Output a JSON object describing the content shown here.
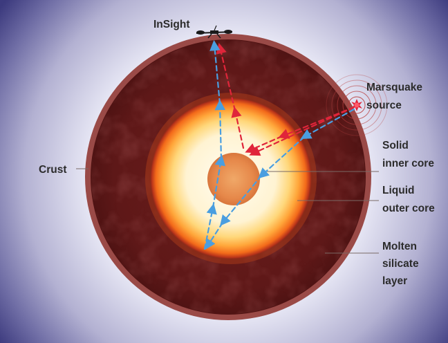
{
  "labels": {
    "lander": "InSight",
    "source_line1": "Marsquake",
    "source_line2": "source",
    "crust": "Crust",
    "inner_core_line1": "Solid",
    "inner_core_line2": "inner core",
    "outer_core_line1": "Liquid",
    "outer_core_line2": "outer core",
    "silicate_line1": "Molten",
    "silicate_line2": "silicate",
    "silicate_line3": "layer"
  },
  "colors": {
    "background_center": "#eef0fb",
    "background_edge": "#3c3a7e",
    "crust": "#9a4a47",
    "mantle": "#5a1616",
    "outer_core_glow": "#ff7a1a",
    "outer_core_center": "#fff8e3",
    "inner_core": "#e48a4a",
    "p_wave_path": "#e0253a",
    "s_wave_path": "#4a9ee0",
    "quake_marker": "#e0253a",
    "leader_line": "#7a6a66"
  },
  "icons": {
    "lander": "insight-lander-icon",
    "quake": "quake-burst-icon"
  }
}
